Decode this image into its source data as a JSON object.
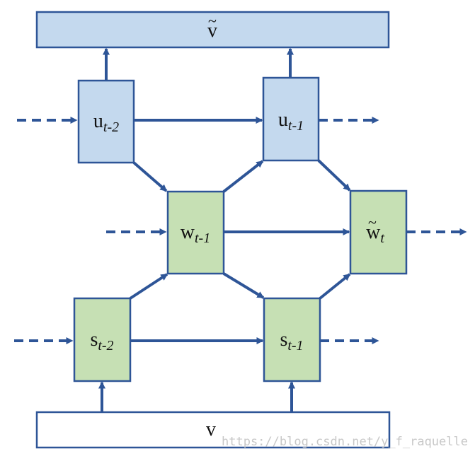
{
  "diagram": {
    "colors": {
      "blue_fill": "#c4d9ee",
      "green_fill": "#c6e0b4",
      "white_fill": "#ffffff",
      "stroke": "#2e5597",
      "arrow": "#2e5597",
      "watermark": "#c8c8c8"
    },
    "nodes": {
      "v_tilde": {
        "base": "v",
        "diacritic": "~",
        "sub": ""
      },
      "u_t2": {
        "base": "u",
        "diacritic": "",
        "sub": "t-2"
      },
      "u_t1": {
        "base": "u",
        "diacritic": "",
        "sub": "t-1"
      },
      "w_t1": {
        "base": "w",
        "diacritic": "",
        "sub": "t-1"
      },
      "w_tilde_t": {
        "base": "w",
        "diacritic": "~",
        "sub": "t"
      },
      "s_t2": {
        "base": "s",
        "diacritic": "",
        "sub": "t-2"
      },
      "s_t1": {
        "base": "s",
        "diacritic": "",
        "sub": "t-1"
      },
      "v": {
        "base": "v",
        "diacritic": "",
        "sub": ""
      }
    },
    "watermark": "https://blog.csdn.net/y_f_raquelle"
  }
}
